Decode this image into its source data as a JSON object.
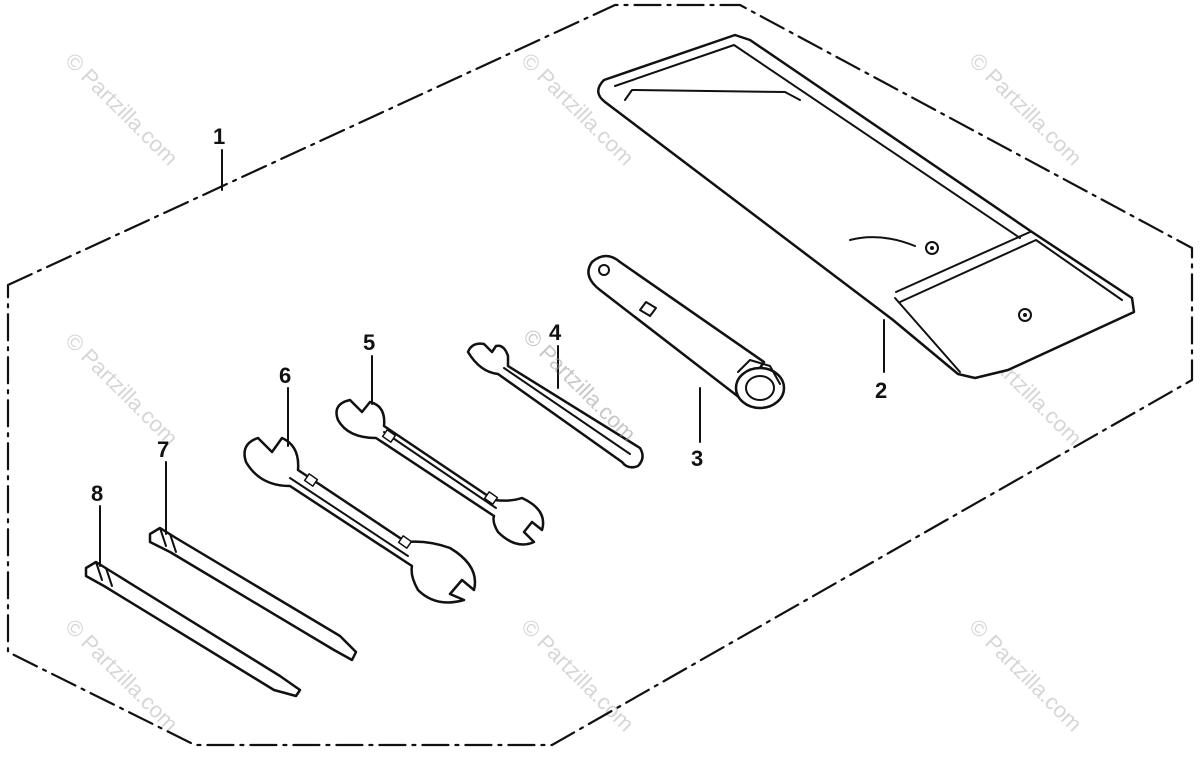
{
  "callouts": [
    {
      "id": "1",
      "label": "1"
    },
    {
      "id": "2",
      "label": "2"
    },
    {
      "id": "3",
      "label": "3"
    },
    {
      "id": "4",
      "label": "4"
    },
    {
      "id": "5",
      "label": "5"
    },
    {
      "id": "6",
      "label": "6"
    },
    {
      "id": "7",
      "label": "7"
    },
    {
      "id": "8",
      "label": "8"
    }
  ],
  "watermark": {
    "text": "© Partzilla.com"
  }
}
